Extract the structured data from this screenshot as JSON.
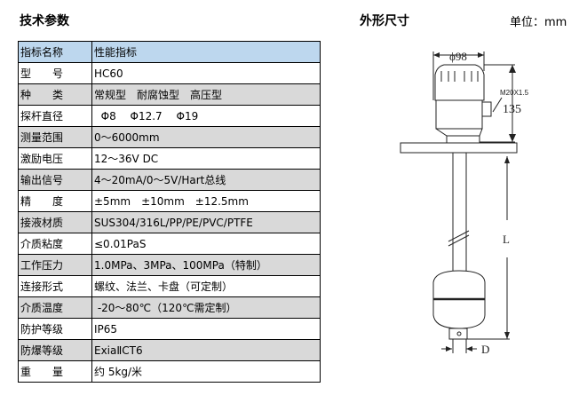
{
  "left_title": "技术参数",
  "right_title": "外形尺寸",
  "unit_label": "单位：mm",
  "table": {
    "headers": [
      "指标名称",
      "性能指标"
    ],
    "rows": [
      [
        "型　　号",
        "HC60"
      ],
      [
        "种　　类",
        "常规型　耐腐蚀型　高压型"
      ],
      [
        "探杆直径",
        "  Φ8　 Φ12.7　 Φ19"
      ],
      [
        "测量范围",
        "0～6000mm"
      ],
      [
        "激励电压",
        "12～36V DC"
      ],
      [
        "输出信号",
        "4～20mA/0～5V/Hart总线"
      ],
      [
        "精　　度",
        "±5mm　±10mm　±12.5mm"
      ],
      [
        "接液材质",
        "SUS304/316L/PP/PE/PVC/PTFE"
      ],
      [
        "介质粘度",
        "≤0.01PaS"
      ],
      [
        "工作压力",
        "1.0MPa、3MPa、100MPa（特制）"
      ],
      [
        "连接形式",
        "螺纹、法兰、卡盘（可定制）"
      ],
      [
        "介质温度",
        " -20～80℃（120℃需定制）"
      ],
      [
        "防护等级",
        "IP65"
      ],
      [
        "防爆等级",
        "ExiaⅡCT6"
      ],
      [
        "重　　量",
        "约 5kg/米"
      ]
    ]
  },
  "drawing": {
    "diameter_label": "ϕ98",
    "thread_label": "M20X1.5",
    "height_label": "135",
    "length_label": "L",
    "rod_label": "D"
  }
}
